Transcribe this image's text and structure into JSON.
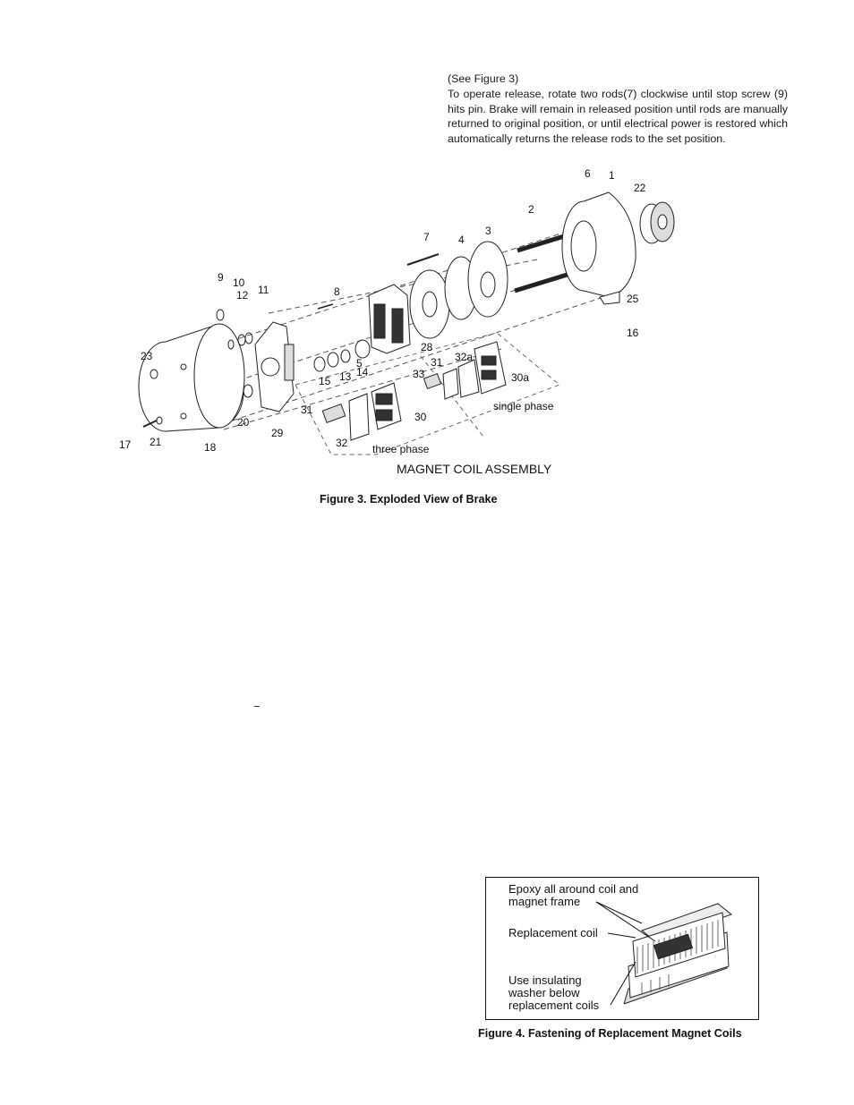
{
  "release_section": {
    "see_figure": "(See Figure 3)",
    "instructions": "To operate release, rotate two rods(7) clockwise until stop screw (9) hits pin. Brake will remain in released position until rods are manually returned to original position, or until electrical power is restored which automatically returns the release rods to the set position."
  },
  "figure3": {
    "caption": "Figure 3. Exploded View of Brake",
    "title": "MAGNET COIL ASSEMBLY",
    "label_single_phase": "single phase",
    "label_three_phase": "three phase",
    "part_numbers": [
      "1",
      "2",
      "3",
      "4",
      "5",
      "6",
      "7",
      "8",
      "9",
      "10",
      "11",
      "12",
      "13",
      "14",
      "15",
      "16",
      "17",
      "18",
      "20",
      "21",
      "22",
      "23",
      "25",
      "28",
      "29",
      "30",
      "30a",
      "31",
      "31",
      "32",
      "32a",
      "33"
    ]
  },
  "figure4": {
    "caption": "Figure 4. Fastening of Replacement Magnet Coils",
    "label_epoxy_1": "Epoxy all around coil and",
    "label_epoxy_2": "magnet frame",
    "label_coil": "Replacement coil",
    "label_washer_1": "Use insulating",
    "label_washer_2": "washer below",
    "label_washer_3": "replacement coils"
  },
  "stray_mark": "–"
}
